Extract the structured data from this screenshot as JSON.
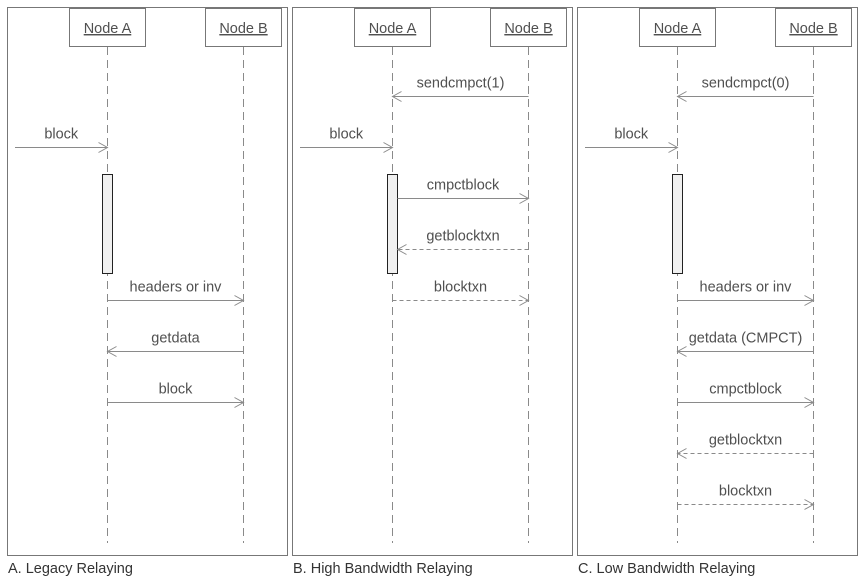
{
  "panels": [
    {
      "caption": "A. Legacy Relaying",
      "participants": [
        "Node A",
        "Node B"
      ],
      "messages": [
        {
          "label": "block",
          "from": "external",
          "to": "Node A",
          "style": "solid"
        },
        {
          "label": "headers or inv",
          "from": "Node A",
          "to": "Node B",
          "style": "solid"
        },
        {
          "label": "getdata",
          "from": "Node B",
          "to": "Node A",
          "style": "solid"
        },
        {
          "label": "block",
          "from": "Node A",
          "to": "Node B",
          "style": "solid"
        }
      ]
    },
    {
      "caption": "B. High Bandwidth Relaying",
      "participants": [
        "Node A",
        "Node B"
      ],
      "messages": [
        {
          "label": "sendcmpct(1)",
          "from": "Node B",
          "to": "Node A",
          "style": "solid"
        },
        {
          "label": "block",
          "from": "external",
          "to": "Node A",
          "style": "solid"
        },
        {
          "label": "cmpctblock",
          "from": "Node A",
          "to": "Node B",
          "style": "solid"
        },
        {
          "label": "getblocktxn",
          "from": "Node B",
          "to": "Node A",
          "style": "dashed"
        },
        {
          "label": "blocktxn",
          "from": "Node A",
          "to": "Node B",
          "style": "dashed"
        }
      ]
    },
    {
      "caption": "C. Low Bandwidth Relaying",
      "participants": [
        "Node A",
        "Node B"
      ],
      "messages": [
        {
          "label": "sendcmpct(0)",
          "from": "Node B",
          "to": "Node A",
          "style": "solid"
        },
        {
          "label": "block",
          "from": "external",
          "to": "Node A",
          "style": "solid"
        },
        {
          "label": "headers or inv",
          "from": "Node A",
          "to": "Node B",
          "style": "solid"
        },
        {
          "label": "getdata (CMPCT)",
          "from": "Node B",
          "to": "Node A",
          "style": "solid"
        },
        {
          "label": "cmpctblock",
          "from": "Node A",
          "to": "Node B",
          "style": "solid"
        },
        {
          "label": "getblocktxn",
          "from": "Node B",
          "to": "Node A",
          "style": "dashed"
        },
        {
          "label": "blocktxn",
          "from": "Node A",
          "to": "Node B",
          "style": "dashed"
        }
      ]
    }
  ],
  "colors": {
    "line": "#8a8a8a",
    "activation_fill": "#f0f0f0",
    "activation_border": "#222222",
    "text": "#505050"
  }
}
